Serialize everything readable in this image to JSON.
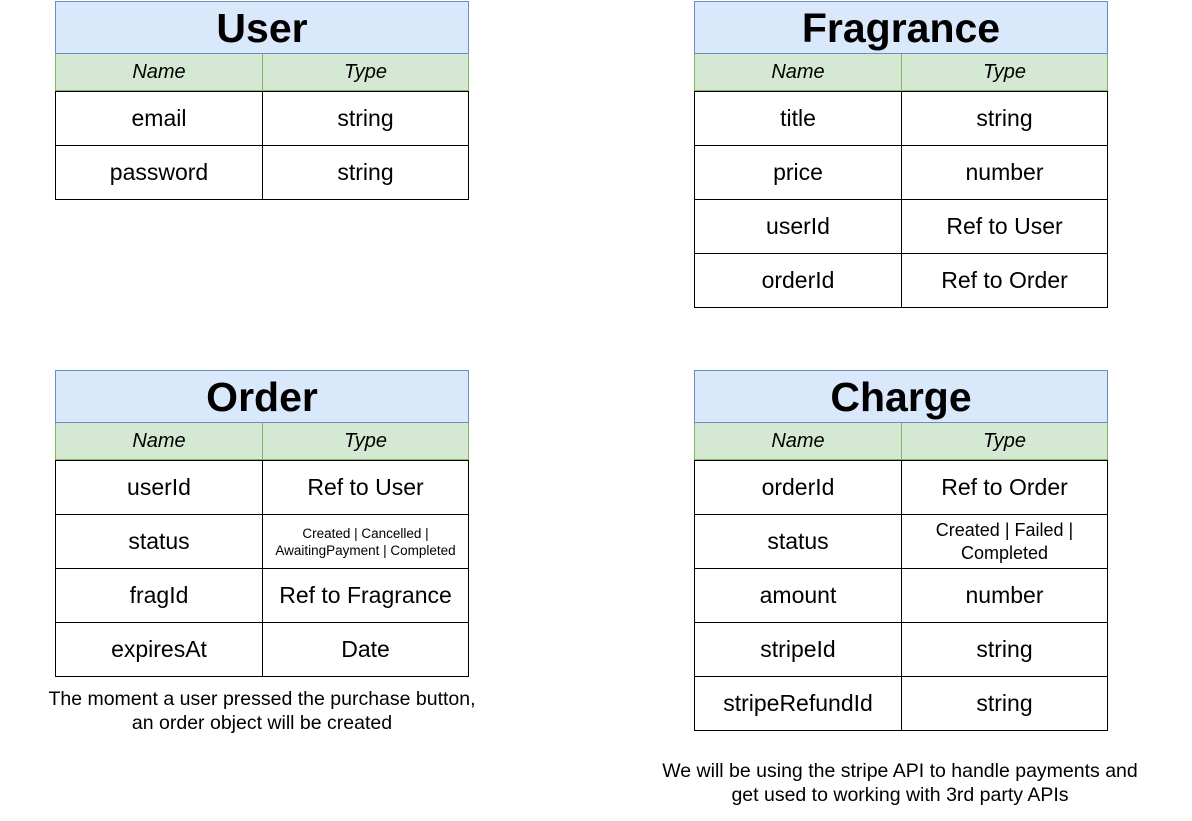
{
  "colors": {
    "title_fill": "#dae8fc",
    "title_border": "#6c8ebf",
    "header_fill": "#d5e8d4",
    "header_border": "#82b366",
    "cell_border": "#000000"
  },
  "entities": {
    "user": {
      "title": "User",
      "header": {
        "name": "Name",
        "type": "Type"
      },
      "fields": [
        {
          "name": "email",
          "type": "string"
        },
        {
          "name": "password",
          "type": "string"
        }
      ]
    },
    "fragrance": {
      "title": "Fragrance",
      "header": {
        "name": "Name",
        "type": "Type"
      },
      "fields": [
        {
          "name": "title",
          "type": "string"
        },
        {
          "name": "price",
          "type": "number"
        },
        {
          "name": "userId",
          "type": "Ref to User"
        },
        {
          "name": "orderId",
          "type": "Ref to Order"
        }
      ]
    },
    "order": {
      "title": "Order",
      "header": {
        "name": "Name",
        "type": "Type"
      },
      "fields": [
        {
          "name": "userId",
          "type": "Ref to User"
        },
        {
          "name": "status",
          "type": "Created | Cancelled | AwaitingPayment | Completed"
        },
        {
          "name": "fragId",
          "type": "Ref to Fragrance"
        },
        {
          "name": "expiresAt",
          "type": "Date"
        }
      ]
    },
    "charge": {
      "title": "Charge",
      "header": {
        "name": "Name",
        "type": "Type"
      },
      "fields": [
        {
          "name": "orderId",
          "type": "Ref to Order"
        },
        {
          "name": "status",
          "type": "Created | Failed | Completed"
        },
        {
          "name": "amount",
          "type": "number"
        },
        {
          "name": "stripeId",
          "type": "string"
        },
        {
          "name": "stripeRefundId",
          "type": "string"
        }
      ]
    }
  },
  "notes": {
    "order": "The moment a user pressed the purchase button,\nan order object will be created",
    "charge": "We will be using the stripe API to handle payments and\nget used to working with 3rd party APIs"
  }
}
